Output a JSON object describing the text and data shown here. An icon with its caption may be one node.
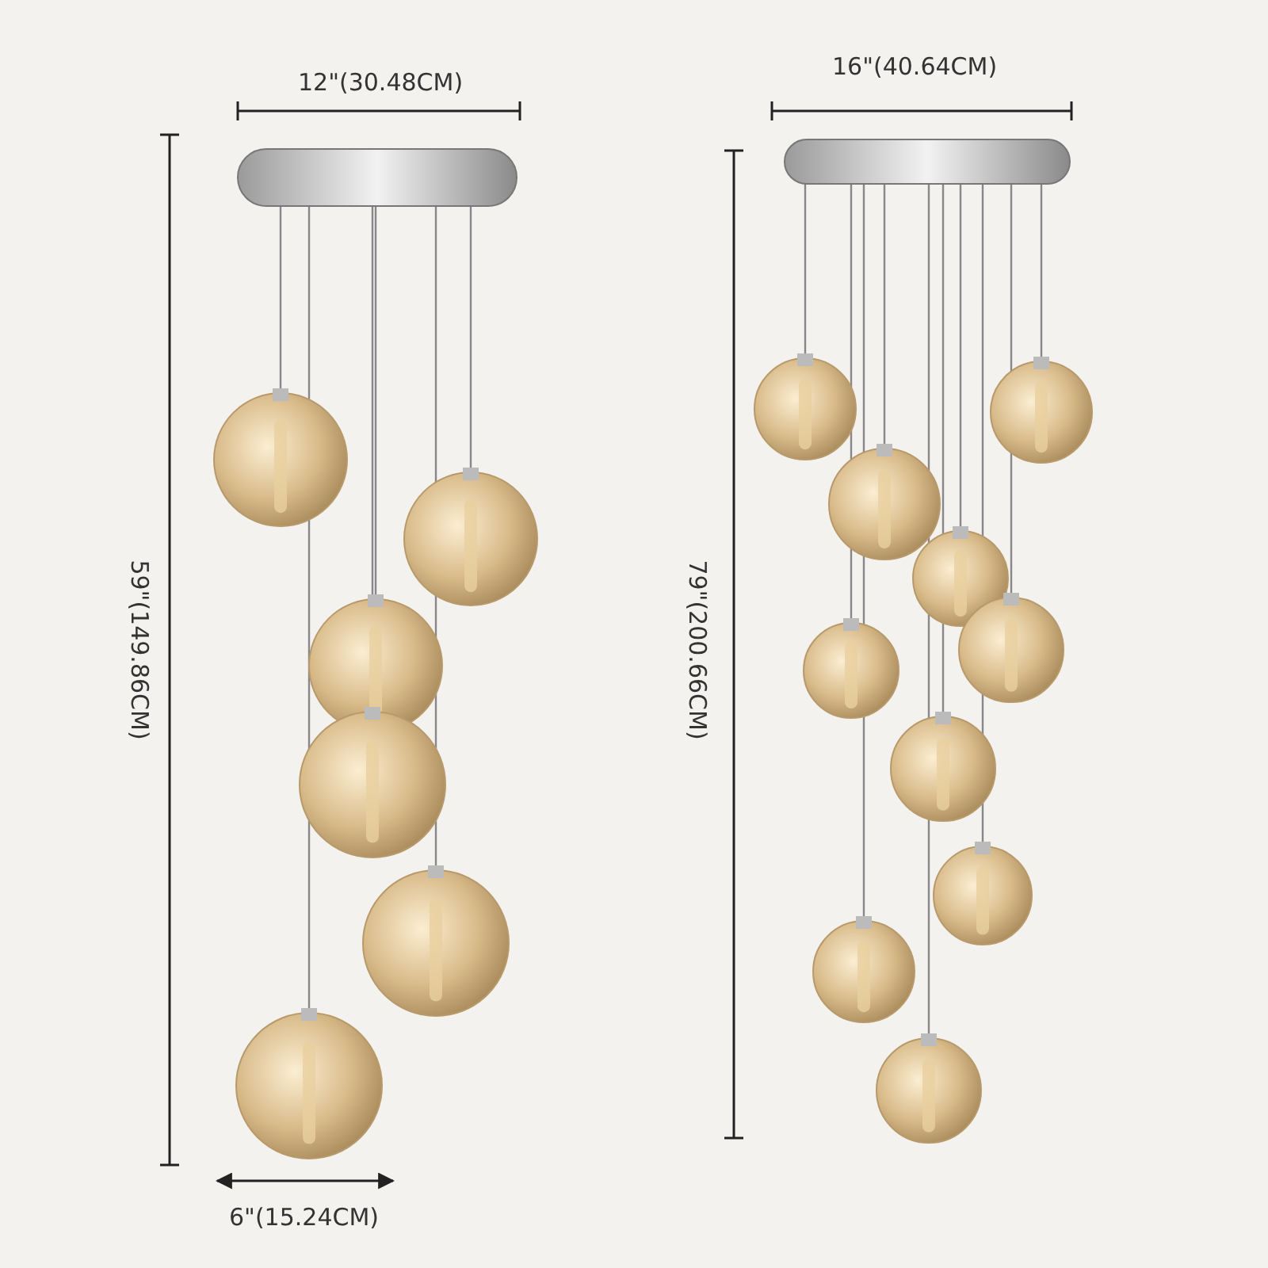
{
  "diagram": {
    "labels": [
      "12\"(30.48CM)",
      "16\"(40.64CM)",
      "59\"(149.86CM)",
      "79\"(200.66CM)",
      "6\"(15.24CM)"
    ]
  }
}
